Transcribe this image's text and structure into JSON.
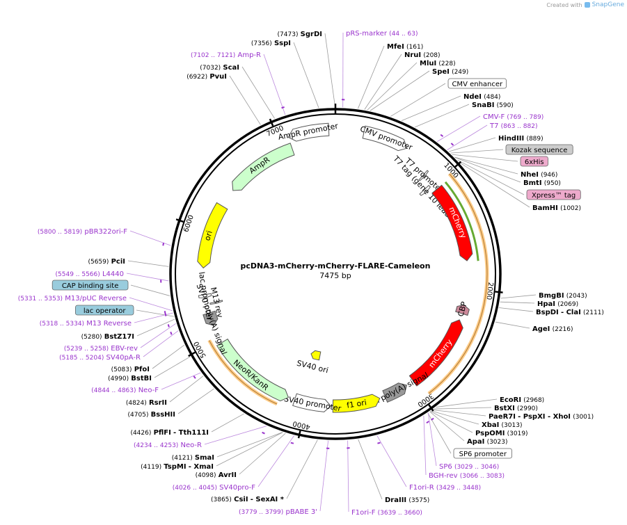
{
  "credit": {
    "prefix": "Created with",
    "brand": "SnapGene"
  },
  "plasmid": {
    "name": "pcDNA3-mCherry-mCherry-FLARE-Cameleon",
    "size_label": "7475 bp",
    "length": 7475
  },
  "ticks": [
    {
      "pos": 1000,
      "label": "1000"
    },
    {
      "pos": 2000,
      "label": "2000"
    },
    {
      "pos": 3000,
      "label": "3000"
    },
    {
      "pos": 4000,
      "label": "4000"
    },
    {
      "pos": 5000,
      "label": "5000"
    },
    {
      "pos": 6000,
      "label": "6000"
    },
    {
      "pos": 7000,
      "label": "7000"
    }
  ],
  "colors": {
    "enzyme": "#000000",
    "primer": "#9933cc",
    "line": "#888888",
    "backbone": "#000000",
    "promoter": "#ffffff",
    "ampR": "#ccffcc",
    "ori": "#ffff00",
    "mCherry": "#ff0000",
    "orange": "#ffcc88",
    "green": "#66aa33",
    "grey": "#999999",
    "tag_pink": "#eeaacc",
    "box_grey": "#cccccc",
    "box_blue": "#99ccdd"
  },
  "features": [
    {
      "name": "CMV promoter",
      "start": 236,
      "end": 615,
      "color": "#ffffff",
      "ring": 0,
      "label": "CMV promoter"
    },
    {
      "name": "T7 promoter",
      "start": 863,
      "end": 881,
      "color": "#ffffff",
      "ring": 1,
      "label": "T7 promoter"
    },
    {
      "name": "T7 tag (gene 10 leader)",
      "start": 965,
      "end": 997,
      "color": "#ffffff",
      "ring": 2,
      "label": "T7 tag (gene 10 leader)"
    },
    {
      "name": "mCherry",
      "start": 1040,
      "end": 1750,
      "color": "#ff0000",
      "ring": 1,
      "label": "mCherry"
    },
    {
      "name": "CBP",
      "start": 2150,
      "end": 2230,
      "color": "#cc8899",
      "ring": 1,
      "label": "CBP"
    },
    {
      "name": "mCherry",
      "start": 2290,
      "end": 2990,
      "color": "#ff0000",
      "ring": 1,
      "label": "mCherry"
    },
    {
      "name": "bGH poly(A) signal",
      "start": 3060,
      "end": 3280,
      "color": "#999999",
      "ring": 1,
      "label": "bGH poly(A) signal"
    },
    {
      "name": "f1 ori",
      "start": 3330,
      "end": 3760,
      "color": "#ffff00",
      "ring": 1,
      "label": "f1 ori"
    },
    {
      "name": "SV40 ori",
      "start": 3960,
      "end": 4090,
      "color": "#ffff00",
      "ring": 3,
      "label": "SV40 ori"
    },
    {
      "name": "SV40 promoter",
      "start": 3780,
      "end": 4110,
      "color": "#ffffff",
      "ring": 1,
      "label": "SV40 promoter"
    },
    {
      "name": "NeoR/KanR",
      "start": 4170,
      "end": 4960,
      "color": "#ccffcc",
      "ring": 1,
      "label": "NeoR/KanR"
    },
    {
      "name": "SV40 poly(A) signal",
      "start": 5130,
      "end": 5250,
      "color": "#999999",
      "ring": 1,
      "label": "SV40 poly(A) signal"
    },
    {
      "name": "lac promoter",
      "start": 5390,
      "end": 5420,
      "color": "#ffffff",
      "ring": 1,
      "label": "lac promoter"
    },
    {
      "name": "M13 rev",
      "start": 5318,
      "end": 5334,
      "color": "#ffffff",
      "ring": 2,
      "label": "M13 rev"
    },
    {
      "name": "ori",
      "start": 5660,
      "end": 6250,
      "color": "#ffff00",
      "ring": 1,
      "label": "ori"
    },
    {
      "name": "AmpR",
      "start": 6420,
      "end": 7080,
      "color": "#ccffcc",
      "ring": 1,
      "label": "AmpR"
    },
    {
      "name": "AmpR promoter",
      "start": 7080,
      "end": 7420,
      "color": "#ffffff",
      "ring": 0,
      "label": "AmpR promoter"
    }
  ],
  "left_labels": [
    {
      "pos": 7473,
      "text": "SgrDI",
      "num": "(7473)",
      "kind": "enzyme"
    },
    {
      "pos": 7356,
      "text": "SspI",
      "num": "(7356)",
      "kind": "enzyme"
    },
    {
      "pos": 7112,
      "text": "Amp-R",
      "num": "(7102 .. 7121)",
      "kind": "primer"
    },
    {
      "pos": 7032,
      "text": "ScaI",
      "num": "(7032)",
      "kind": "enzyme"
    },
    {
      "pos": 6922,
      "text": "PvuI",
      "num": "(6922)",
      "kind": "enzyme"
    },
    {
      "pos": 5810,
      "text": "pBR322ori-F",
      "num": "(5800 .. 5819)",
      "kind": "primer"
    },
    {
      "pos": 5659,
      "text": "PciI",
      "num": "(5659)",
      "kind": "enzyme"
    },
    {
      "pos": 5557,
      "text": "L4440",
      "num": "(5549 .. 5566)",
      "kind": "primer"
    },
    {
      "pos": 5450,
      "text": "CAP binding site",
      "num": "",
      "kind": "box_blue"
    },
    {
      "pos": 5342,
      "text": "M13/pUC Reverse",
      "num": "(5331 .. 5353)",
      "kind": "primer"
    },
    {
      "pos": 5300,
      "text": "lac operator",
      "num": "",
      "kind": "box_blue"
    },
    {
      "pos": 5326,
      "text": "M13 Reverse",
      "num": "(5318 .. 5334)",
      "kind": "primer"
    },
    {
      "pos": 5280,
      "text": "BstZ17I",
      "num": "(5280)",
      "kind": "enzyme"
    },
    {
      "pos": 5248,
      "text": "EBV-rev",
      "num": "(5239 .. 5258)",
      "kind": "primer"
    },
    {
      "pos": 5194,
      "text": "SV40pA-R",
      "num": "(5185 .. 5204)",
      "kind": "primer"
    },
    {
      "pos": 5083,
      "text": "PfoI",
      "num": "(5083)",
      "kind": "enzyme"
    },
    {
      "pos": 4990,
      "text": "BstBI",
      "num": "(4990)",
      "kind": "enzyme"
    },
    {
      "pos": 4853,
      "text": "Neo-F",
      "num": "(4844 .. 4863)",
      "kind": "primer"
    },
    {
      "pos": 4824,
      "text": "RsrII",
      "num": "(4824)",
      "kind": "enzyme"
    },
    {
      "pos": 4705,
      "text": "BssHII",
      "num": "(4705)",
      "kind": "enzyme"
    },
    {
      "pos": 4426,
      "text": "PflFI",
      "num": "(4426)",
      "extra": "- Tth111I",
      "kind": "enzyme"
    },
    {
      "pos": 4243,
      "text": "Neo-R",
      "num": "(4234 .. 4253)",
      "kind": "primer"
    },
    {
      "pos": 4121,
      "text": "SmaI",
      "num": "(4121)",
      "kind": "enzyme"
    },
    {
      "pos": 4119,
      "text": "TspMI",
      "num": "(4119)",
      "extra": "- XmaI",
      "kind": "enzyme"
    },
    {
      "pos": 4098,
      "text": "AvrII",
      "num": "(4098)",
      "kind": "enzyme"
    },
    {
      "pos": 4035,
      "text": "SV40pro-F",
      "num": "(4026 .. 4045)",
      "kind": "primer"
    },
    {
      "pos": 3865,
      "text": "CsiI",
      "num": "(3865)",
      "extra": "- SexAI *",
      "kind": "enzyme"
    },
    {
      "pos": 3789,
      "text": "pBABE 3'",
      "num": "(3779 .. 3799)",
      "kind": "primer"
    }
  ],
  "right_labels": [
    {
      "pos": 53,
      "text": "pRS-marker",
      "num": "(44 .. 63)",
      "kind": "primer"
    },
    {
      "pos": 161,
      "text": "MfeI",
      "num": "(161)",
      "kind": "enzyme"
    },
    {
      "pos": 208,
      "text": "NruI",
      "num": "(208)",
      "kind": "enzyme"
    },
    {
      "pos": 228,
      "text": "MluI",
      "num": "(228)",
      "kind": "enzyme"
    },
    {
      "pos": 249,
      "text": "SpeI",
      "num": "(249)",
      "kind": "enzyme"
    },
    {
      "pos": 400,
      "text": "CMV enhancer",
      "num": "",
      "kind": "box_white"
    },
    {
      "pos": 484,
      "text": "NdeI",
      "num": "(484)",
      "kind": "enzyme"
    },
    {
      "pos": 590,
      "text": "SnaBI",
      "num": "(590)",
      "kind": "enzyme"
    },
    {
      "pos": 779,
      "text": "CMV-F",
      "num": "(769 .. 789)",
      "kind": "primer"
    },
    {
      "pos": 872,
      "text": "T7",
      "num": "(863 .. 882)",
      "kind": "primer"
    },
    {
      "pos": 889,
      "text": "HindIII",
      "num": "(889)",
      "kind": "enzyme"
    },
    {
      "pos": 905,
      "text": "Kozak sequence",
      "num": "",
      "kind": "box_grey"
    },
    {
      "pos": 920,
      "text": "6xHis",
      "num": "",
      "kind": "box_pink"
    },
    {
      "pos": 946,
      "text": "NheI",
      "num": "(946)",
      "kind": "enzyme"
    },
    {
      "pos": 950,
      "text": "BmtI",
      "num": "(950)",
      "kind": "enzyme"
    },
    {
      "pos": 975,
      "text": "Xpress™ tag",
      "num": "",
      "kind": "box_pink"
    },
    {
      "pos": 1002,
      "text": "BamHI",
      "num": "(1002)",
      "kind": "enzyme"
    },
    {
      "pos": 2043,
      "text": "BmgBI",
      "num": "(2043)",
      "kind": "enzyme"
    },
    {
      "pos": 2069,
      "text": "HpaI",
      "num": "(2069)",
      "kind": "enzyme"
    },
    {
      "pos": 2111,
      "text": "BspDI",
      "num": "(2111)",
      "extra": "- ClaI",
      "kind": "enzyme"
    },
    {
      "pos": 2216,
      "text": "AgeI",
      "num": "(2216)",
      "kind": "enzyme"
    },
    {
      "pos": 2968,
      "text": "EcoRI",
      "num": "(2968)",
      "kind": "enzyme"
    },
    {
      "pos": 2990,
      "text": "BstXI",
      "num": "(2990)",
      "kind": "enzyme"
    },
    {
      "pos": 3001,
      "text": "PaeR7I",
      "num": "(3001)",
      "extra": "- PspXI   - XhoI",
      "kind": "enzyme"
    },
    {
      "pos": 3013,
      "text": "XbaI",
      "num": "(3013)",
      "kind": "enzyme"
    },
    {
      "pos": 3019,
      "text": "PspOMI",
      "num": "(3019)",
      "kind": "enzyme"
    },
    {
      "pos": 3023,
      "text": "ApaI",
      "num": "(3023)",
      "kind": "enzyme"
    },
    {
      "pos": 3040,
      "text": "SP6 promoter",
      "num": "",
      "kind": "box_white"
    },
    {
      "pos": 3037,
      "text": "SP6",
      "num": "(3029 .. 3046)",
      "kind": "primer"
    },
    {
      "pos": 3075,
      "text": "BGH-rev",
      "num": "(3066 .. 3083)",
      "kind": "primer"
    },
    {
      "pos": 3438,
      "text": "F1ori-R",
      "num": "(3429 .. 3448)",
      "kind": "primer"
    },
    {
      "pos": 3575,
      "text": "DraIII",
      "num": "(3575)",
      "kind": "enzyme"
    },
    {
      "pos": 3650,
      "text": "F1ori-F",
      "num": "(3639 .. 3660)",
      "kind": "primer"
    }
  ]
}
